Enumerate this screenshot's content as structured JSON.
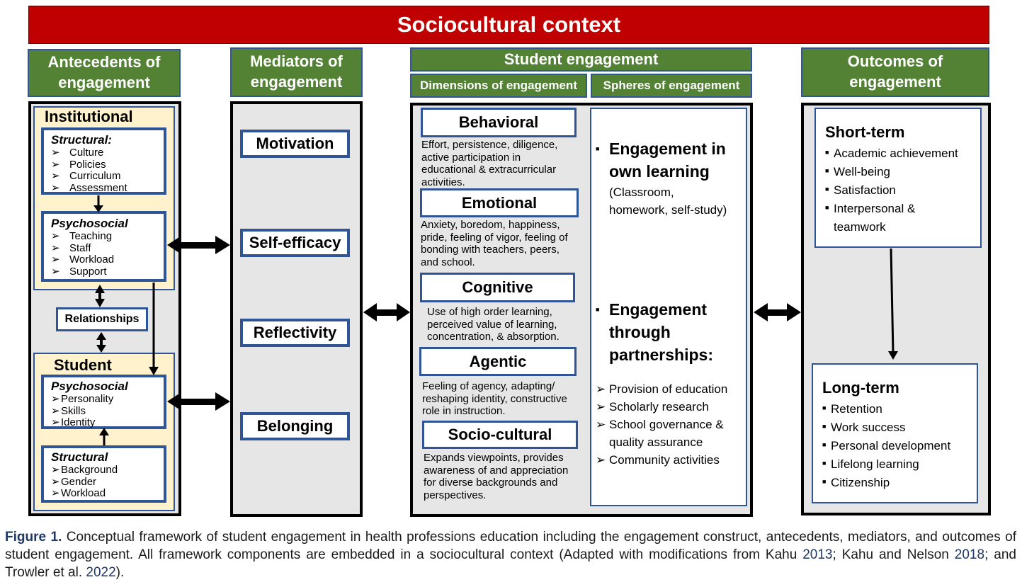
{
  "banner": "Sociocultural context",
  "antecedents": {
    "header": [
      "Antecedents of",
      "engagement"
    ],
    "institutional": {
      "title": "Institutional",
      "structural": {
        "title": "Structural:",
        "items": [
          "Culture",
          "Policies",
          "Curriculum",
          "Assessment"
        ]
      },
      "psychosocial": {
        "title": "Psychosocial",
        "items": [
          "Teaching",
          "Staff",
          "Workload",
          "Support"
        ]
      }
    },
    "relationships": "Relationships",
    "student": {
      "title": "Student",
      "psychosocial": {
        "title": "Psychosocial",
        "items": [
          "Personality",
          "Skills",
          "Identity"
        ]
      },
      "structural": {
        "title": "Structural",
        "items": [
          "Background",
          "Gender",
          "Workload"
        ]
      }
    }
  },
  "mediators": {
    "header": [
      "Mediators of",
      "engagement"
    ],
    "items": [
      "Motivation",
      "Self-efficacy",
      "Reflectivity",
      "Belonging"
    ]
  },
  "engagement": {
    "header": "Student engagement",
    "dimensions_header": "Dimensions of engagement",
    "spheres_header": "Spheres of engagement",
    "dimensions": [
      {
        "title": "Behavioral",
        "desc": [
          "Effort, persistence, diligence,",
          "active participation in",
          "educational & extracurricular",
          "activities."
        ]
      },
      {
        "title": "Emotional",
        "desc": [
          "Anxiety, boredom, happiness,",
          "pride, feeling of vigor, feeling of",
          "bonding with teachers, peers,",
          "and school."
        ]
      },
      {
        "title": "Cognitive",
        "desc": [
          "Use of high order learning,",
          "perceived value of learning,",
          "concentration, & absorption."
        ]
      },
      {
        "title": "Agentic",
        "desc": [
          "Feeling of agency, adapting/",
          "reshaping identity, constructive",
          "role in instruction."
        ]
      },
      {
        "title": "Socio-cultural",
        "desc": [
          "Expands viewpoints, provides",
          "awareness of and appreciation",
          "for diverse backgrounds and",
          "perspectives."
        ]
      }
    ],
    "spheres": {
      "own": {
        "title": [
          "Engagement in",
          "own learning"
        ],
        "sub": [
          "(Classroom,",
          "homework, self-study)"
        ]
      },
      "partner": {
        "title": [
          "Engagement",
          "through",
          "partnerships:"
        ],
        "items": [
          "Provision of education",
          "Scholarly research",
          "School governance &",
          "quality assurance",
          "Community activities"
        ]
      }
    }
  },
  "outcomes": {
    "header": [
      "Outcomes of",
      "engagement"
    ],
    "short": {
      "title": "Short-term",
      "items": [
        "Academic achievement",
        "Well-being",
        "Satisfaction",
        "Interpersonal &",
        "teamwork"
      ]
    },
    "long": {
      "title": "Long-term",
      "items": [
        "Retention",
        "Work success",
        "Personal development",
        "Lifelong learning",
        "Citizenship"
      ]
    }
  },
  "caption": {
    "label": "Figure 1.",
    "text1": " Conceptual framework of student engagement in health professions education including the engagement construct, antecedents, mediators, and outcomes of student engagement. All framework components are embedded in a sociocultural context (Adapted with modifications from Kahu ",
    "y1": "2013",
    "text2": "; Kahu and Nelson ",
    "y2": "2018",
    "text3": "; and Trowler et al. ",
    "y3": "2022",
    "text4": ")."
  }
}
